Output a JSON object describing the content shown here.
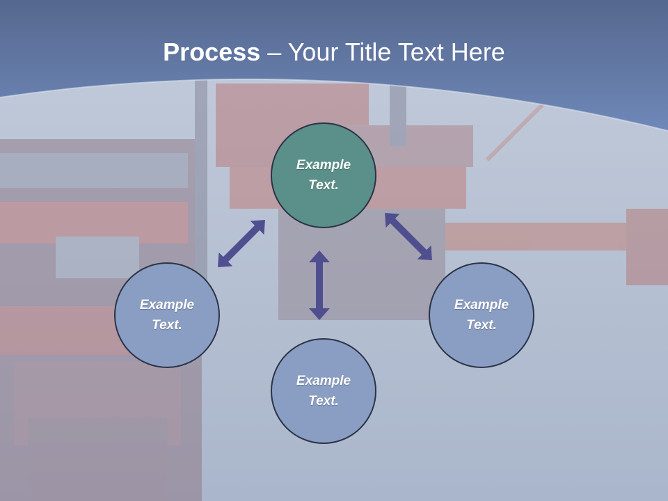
{
  "title": {
    "bold": "Process",
    "rest": " – Your Title Text Here"
  },
  "nodes": {
    "top": "Example Text.",
    "left": "Example Text.",
    "bottom": "Example Text.",
    "right": "Example Text."
  },
  "colors": {
    "header_band": "#5f78a8",
    "node_top": "#5a9089",
    "node_other": "#8a9dc2",
    "arrow": "#4f4f8f",
    "sea": "#b9c4d6",
    "platform": "#c97a78"
  }
}
